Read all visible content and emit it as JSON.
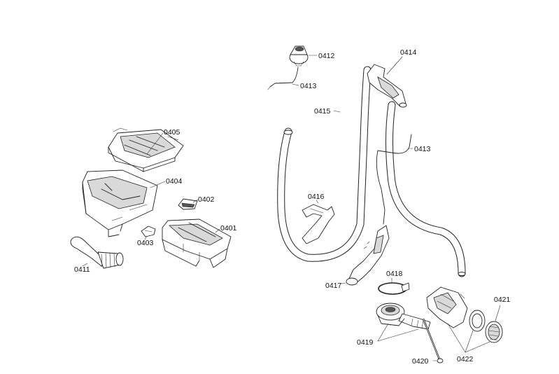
{
  "parts": [
    {
      "id": "detergent-drawer-grille",
      "label": "0405"
    },
    {
      "id": "drawer-housing",
      "label": "0404"
    },
    {
      "id": "siphon-cap",
      "label": "0402"
    },
    {
      "id": "seal-clip",
      "label": "0403"
    },
    {
      "id": "detergent-drawer",
      "label": "0401"
    },
    {
      "id": "inlet-bellows-hose",
      "label": "0411"
    },
    {
      "id": "pressure-switch",
      "label": "0412"
    },
    {
      "id": "pressure-hose-top",
      "label": "0413"
    },
    {
      "id": "short-hose",
      "label": "0415"
    },
    {
      "id": "sump-connector",
      "label": "0414"
    },
    {
      "id": "pressure-hose-right",
      "label": "0413"
    },
    {
      "id": "hose-clip",
      "label": "0416"
    },
    {
      "id": "drain-elbow",
      "label": "0417"
    },
    {
      "id": "clamp-ring",
      "label": "0418"
    },
    {
      "id": "sump-assembly",
      "label": "0419"
    },
    {
      "id": "heater-rod",
      "label": "0420"
    },
    {
      "id": "pump-filter",
      "label": "0421"
    },
    {
      "id": "pump-gasket",
      "label": "0422"
    }
  ]
}
